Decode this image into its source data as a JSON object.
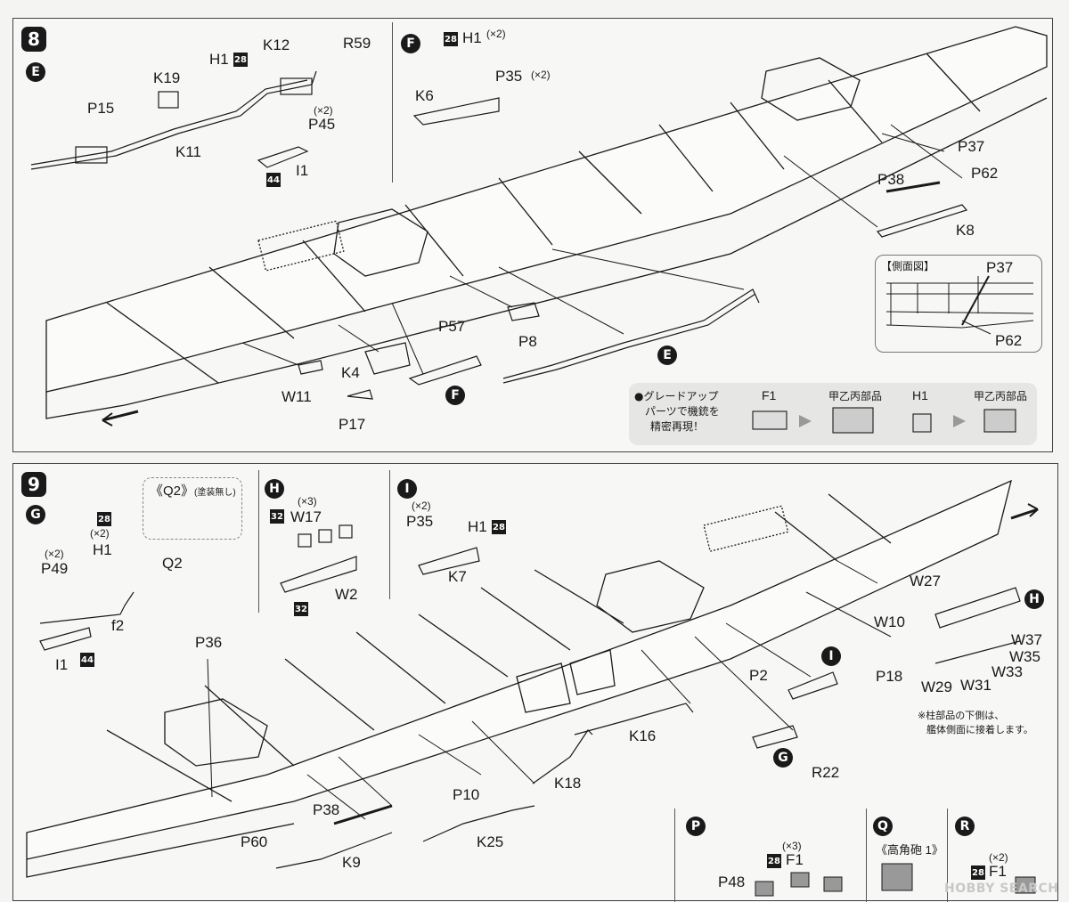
{
  "step8": {
    "number": "8",
    "sub_e": "E",
    "sub_f": "F",
    "labels": {
      "K12": "K12",
      "R59": "R59",
      "H1": "H1",
      "K19": "K19",
      "P15": "P15",
      "K11": "K11",
      "P45": "P45",
      "P45_qty": "(×2)",
      "I1": "I1",
      "H1_f": "H1",
      "H1_f_qty": "(×2)",
      "P35": "P35",
      "P35_qty": "(×2)",
      "K6": "K6",
      "P37": "P37",
      "P62": "P62",
      "P38": "P38",
      "K8": "K8",
      "P57": "P57",
      "P8": "P8",
      "K4": "K4",
      "W11": "W11",
      "P17": "P17",
      "E_callout": "E",
      "F_callout": "F"
    },
    "color_codes": {
      "h1": "28",
      "i1": "44",
      "h1_f": "28"
    },
    "side_view": {
      "title": "【側面図】",
      "P37": "P37",
      "P62": "P62"
    },
    "upgrade_note": {
      "text_lines": [
        "●グレードアップ",
        "パーツで機銃を",
        "精密再現！"
      ],
      "F1": "F1",
      "F1_alt": "甲乙丙部品",
      "H1": "H1",
      "H1_alt": "甲乙丙部品"
    }
  },
  "step9": {
    "number": "9",
    "sub_g": "G",
    "q2_box": {
      "title": "《Q2》",
      "note": "(塗装無し)"
    },
    "labels": {
      "P49": "P49",
      "P49_qty": "(×2)",
      "H1": "H1",
      "H1_qty": "(×2)",
      "Q2": "Q2",
      "f2": "f2",
      "I1": "I1",
      "W17": "W17",
      "W17_qty": "(×3)",
      "W2": "W2",
      "P35": "P35",
      "P35_qty": "(×2)",
      "H1_i": "H1",
      "K7": "K7",
      "P36": "P36",
      "W27": "W27",
      "W10": "W10",
      "P18": "P18",
      "P2": "P2",
      "W37": "W37",
      "W35": "W35",
      "W33": "W33",
      "W31": "W31",
      "W29": "W29",
      "K16": "K16",
      "K18": "K18",
      "R22": "R22",
      "P10": "P10",
      "K25": "K25",
      "P38": "P38",
      "P60": "P60",
      "K9": "K9",
      "H_callout": "H",
      "I_callout": "I",
      "G_callout": "G"
    },
    "sub_h": "H",
    "sub_i": "I",
    "color_codes": {
      "h1": "28",
      "i1": "44",
      "w17": "32",
      "w2": "32",
      "h1_i": "28"
    },
    "note": [
      "※柱部品の下側は、",
      "艦体側面に接着します。"
    ]
  },
  "bottom": {
    "sub_p": "P",
    "sub_q": "Q",
    "sub_r": "R",
    "p_labels": {
      "F1": "F1",
      "F1_qty": "(×3)",
      "code": "28",
      "P48": "P48"
    },
    "q_title": "《高角砲 1》",
    "r_labels": {
      "F1": "F1",
      "F1_qty": "(×2)",
      "code": "28"
    },
    "watermark": "HOBBY SEARCH"
  },
  "colors": {
    "ink": "#1a1a1a",
    "paper": "#f7f7f5",
    "note_bg": "#e6e6e4"
  }
}
